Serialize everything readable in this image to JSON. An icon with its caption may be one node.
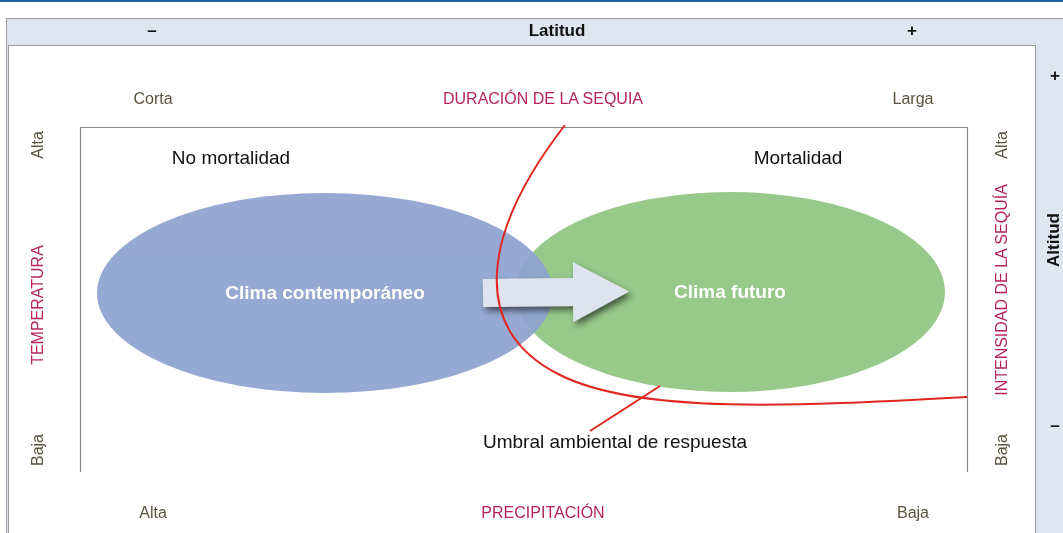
{
  "diagram": {
    "nodes": [
      {
        "text": [
          "Clima contemporáneo"
        ]
      },
      {
        "text": [
          "Clima futuro"
        ]
      },
      {
        "text": [
          "Umbral ambiental de respuesta"
        ]
      }
    ],
    "edges": [
      {
        "from": 0,
        "to": 1,
        "arrow": "to",
        "style": "thick"
      },
      {
        "from": 2,
        "to": 1,
        "arrow": "none",
        "color": "#e0261f"
      }
    ],
    "labels": [
      "–",
      "Latitud",
      "+",
      "Corta",
      "DURACIÓN DE LA SEQUIA",
      "Larga",
      "+",
      "Alta",
      "No mortalidad",
      "Mortalidad",
      "Alta",
      "INTENSIDAD DE LA SEQUÍA",
      "Altitud",
      "TEMPERATURA",
      "Baja",
      "Baja",
      "–",
      "Alta",
      "PRECIPITACIÓN",
      "Baja"
    ]
  }
}
